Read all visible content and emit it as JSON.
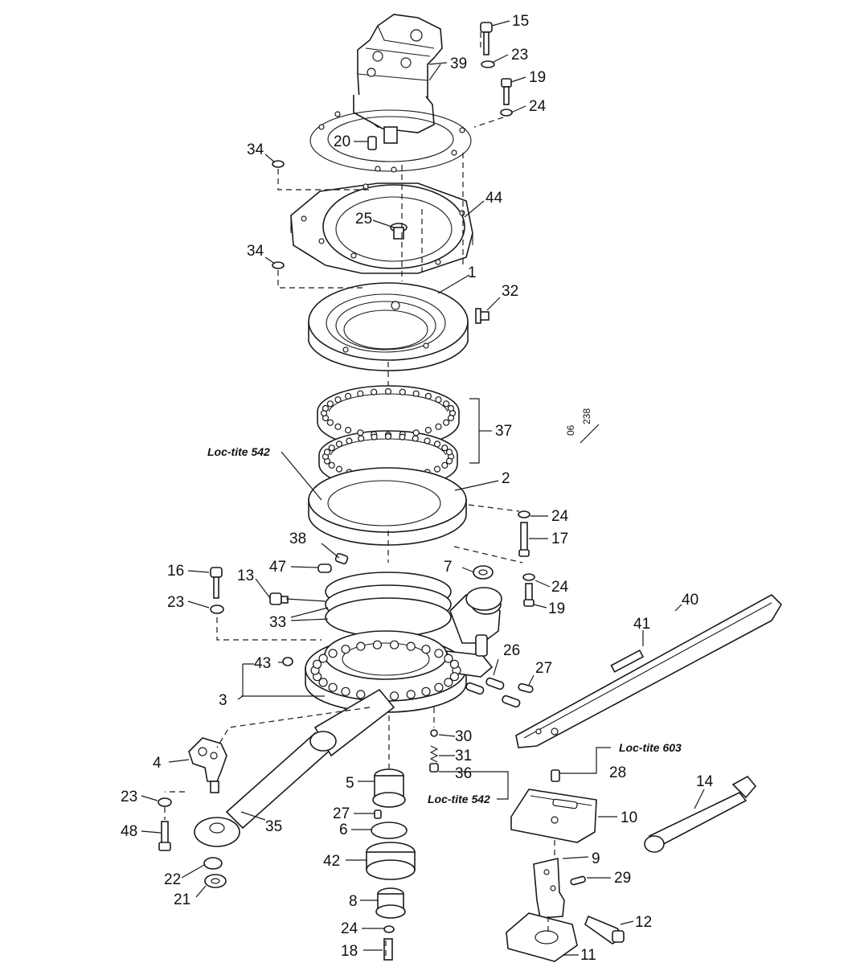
{
  "callouts": [
    {
      "id": "c15",
      "text": "15"
    },
    {
      "id": "c23a",
      "text": "23"
    },
    {
      "id": "c39",
      "text": "39"
    },
    {
      "id": "c19a",
      "text": "19"
    },
    {
      "id": "c24a",
      "text": "24"
    },
    {
      "id": "c20",
      "text": "20"
    },
    {
      "id": "c34a",
      "text": "34"
    },
    {
      "id": "c44",
      "text": "44"
    },
    {
      "id": "c25",
      "text": "25"
    },
    {
      "id": "c34b",
      "text": "34"
    },
    {
      "id": "c1",
      "text": "1"
    },
    {
      "id": "c32",
      "text": "32"
    },
    {
      "id": "c37",
      "text": "37"
    },
    {
      "id": "c2",
      "text": "2"
    },
    {
      "id": "c24b",
      "text": "24"
    },
    {
      "id": "c17",
      "text": "17"
    },
    {
      "id": "c38",
      "text": "38"
    },
    {
      "id": "c47",
      "text": "47"
    },
    {
      "id": "c7",
      "text": "7"
    },
    {
      "id": "c24c",
      "text": "24"
    },
    {
      "id": "c19b",
      "text": "19"
    },
    {
      "id": "c16",
      "text": "16"
    },
    {
      "id": "c13",
      "text": "13"
    },
    {
      "id": "c23b",
      "text": "23"
    },
    {
      "id": "c33",
      "text": "33"
    },
    {
      "id": "c40",
      "text": "40"
    },
    {
      "id": "c41",
      "text": "41"
    },
    {
      "id": "c43",
      "text": "43"
    },
    {
      "id": "c26",
      "text": "26"
    },
    {
      "id": "c27a",
      "text": "27"
    },
    {
      "id": "c3",
      "text": "3"
    },
    {
      "id": "c30",
      "text": "30"
    },
    {
      "id": "c31",
      "text": "31"
    },
    {
      "id": "c4",
      "text": "4"
    },
    {
      "id": "c36",
      "text": "36"
    },
    {
      "id": "c28",
      "text": "28"
    },
    {
      "id": "c5",
      "text": "5"
    },
    {
      "id": "c23c",
      "text": "23"
    },
    {
      "id": "c14",
      "text": "14"
    },
    {
      "id": "c35",
      "text": "35"
    },
    {
      "id": "c27b",
      "text": "27"
    },
    {
      "id": "c10",
      "text": "10"
    },
    {
      "id": "c48",
      "text": "48"
    },
    {
      "id": "c6",
      "text": "6"
    },
    {
      "id": "c42",
      "text": "42"
    },
    {
      "id": "c9",
      "text": "9"
    },
    {
      "id": "c22",
      "text": "22"
    },
    {
      "id": "c29",
      "text": "29"
    },
    {
      "id": "c21",
      "text": "21"
    },
    {
      "id": "c8",
      "text": "8"
    },
    {
      "id": "c12",
      "text": "12"
    },
    {
      "id": "c24d",
      "text": "24"
    },
    {
      "id": "c11",
      "text": "11"
    },
    {
      "id": "c18",
      "text": "18"
    }
  ],
  "notes": {
    "loctite_542_top": "Loc-tite 542",
    "loctite_603": "Loc-tite 603",
    "loctite_542_bottom": "Loc-tite 542"
  },
  "reference": {
    "line1": "06",
    "line2": "238"
  }
}
